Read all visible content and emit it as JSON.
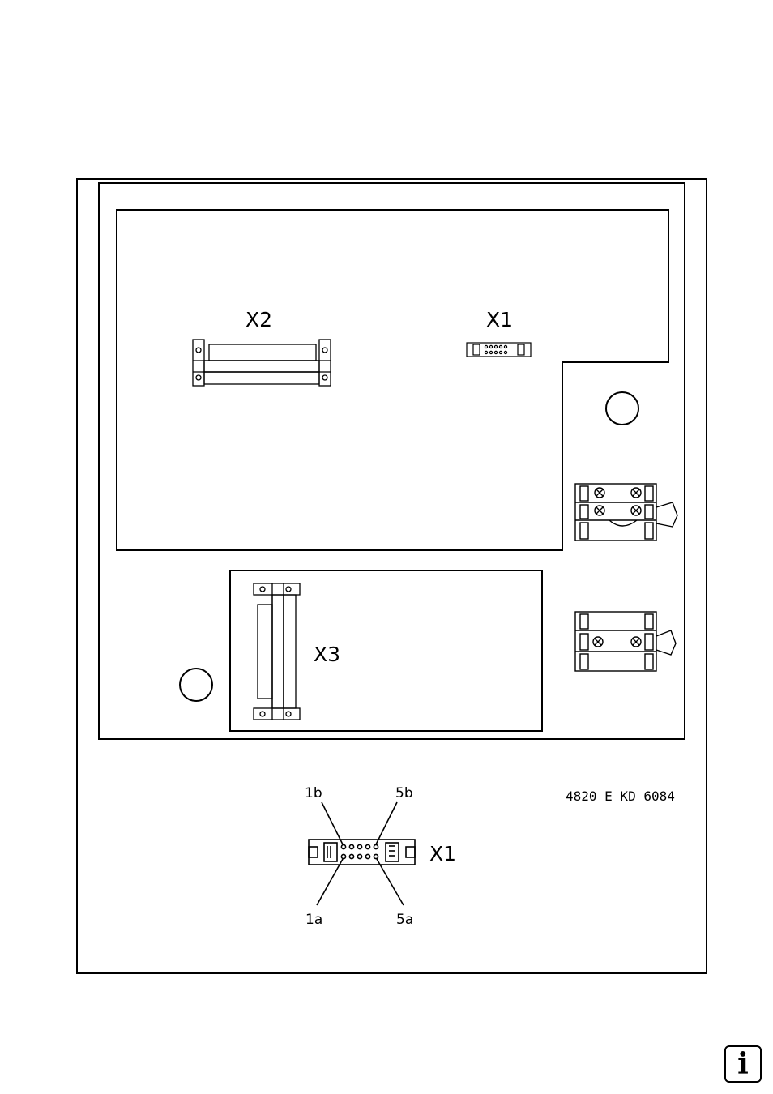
{
  "labels": {
    "x2": "X2",
    "x1": "X1",
    "x3": "X3",
    "detail_x1": "X1",
    "pin_1b": "1b",
    "pin_5b": "5b",
    "pin_1a": "1a",
    "pin_5a": "5a",
    "part_number": "4820 E KD 6084"
  },
  "icons": {
    "info": "info-icon",
    "info_glyph": "i"
  }
}
